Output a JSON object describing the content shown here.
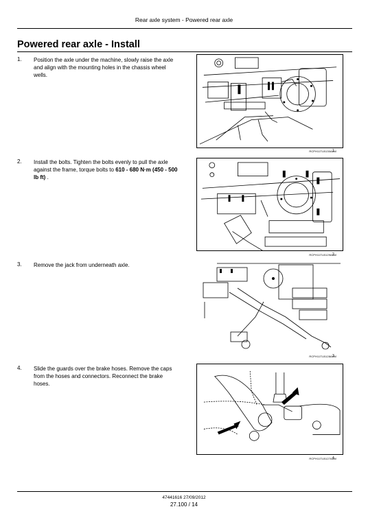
{
  "header": {
    "running_title": "Rear axle system - Powered rear axle"
  },
  "title": "Powered rear axle - Install",
  "steps": [
    {
      "number": "1.",
      "text": "Position the axle under the machine, slowly raise the axle and align with the mounting holes in the chassis wheel wells.",
      "figure_code": "RCPH11TLB130AAM",
      "figure_number": "1"
    },
    {
      "number": "2.",
      "text_before": "Install the bolts.  Tighten the bolts evenly to pull the axle against the frame, torque bolts to",
      "torque_nm": "610 - 680 N·m",
      "torque_lbft": "(450 - 500 lb ft)",
      "text_after": ".",
      "figure_code": "RCPH11TLB129AAM",
      "figure_number": "2"
    },
    {
      "number": "3.",
      "text": "Remove the jack from underneath axle.",
      "figure_code": "RCPH11TLB128AAM",
      "figure_number": "3"
    },
    {
      "number": "4.",
      "text": "Slide the guards over the brake hoses. Remove the caps from the hoses and connectors. Reconnect the brake hoses.",
      "figure_code": "RCPH11TLB127AAM",
      "figure_number": "4"
    }
  ],
  "footer": {
    "doc_ref": "47441616 27/09/2012",
    "page": "27.100 / 14"
  }
}
